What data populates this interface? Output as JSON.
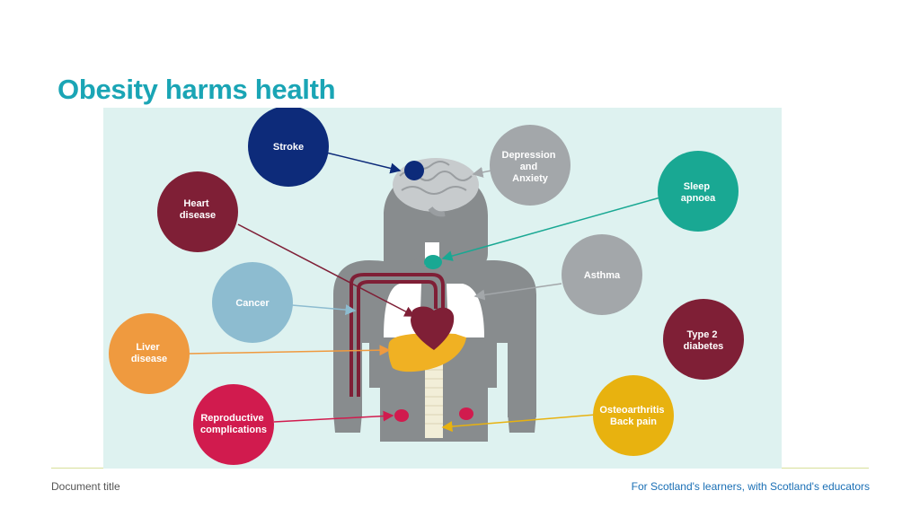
{
  "slide": {
    "title": "Obesity harms health",
    "footer_left": "Document title",
    "footer_right": "For Scotland's learners, with Scotland's educators"
  },
  "diagram": {
    "conditions": [
      {
        "id": "stroke",
        "lines": [
          "Stroke"
        ],
        "color": "#0d2b7a"
      },
      {
        "id": "depression",
        "lines": [
          "Depression",
          "and",
          "Anxiety"
        ],
        "color": "#a3a7aa"
      },
      {
        "id": "sleep-apnoea",
        "lines": [
          "Sleep",
          "apnoea"
        ],
        "color": "#19a893"
      },
      {
        "id": "heart-disease",
        "lines": [
          "Heart",
          "disease"
        ],
        "color": "#7f1f36"
      },
      {
        "id": "asthma",
        "lines": [
          "Asthma"
        ],
        "color": "#a3a7aa"
      },
      {
        "id": "cancer",
        "lines": [
          "Cancer"
        ],
        "color": "#8dbcd0"
      },
      {
        "id": "type-2-diabetes",
        "lines": [
          "Type 2",
          "diabetes"
        ],
        "color": "#7f1f36"
      },
      {
        "id": "liver-disease",
        "lines": [
          "Liver",
          "disease"
        ],
        "color": "#ef9a3f"
      },
      {
        "id": "reproductive",
        "lines": [
          "Reproductive",
          "complications"
        ],
        "color": "#d11b4e"
      },
      {
        "id": "osteoarthritis",
        "lines": [
          "Osteoarthritis",
          "Back pain"
        ],
        "color": "#e8b20f"
      }
    ]
  }
}
